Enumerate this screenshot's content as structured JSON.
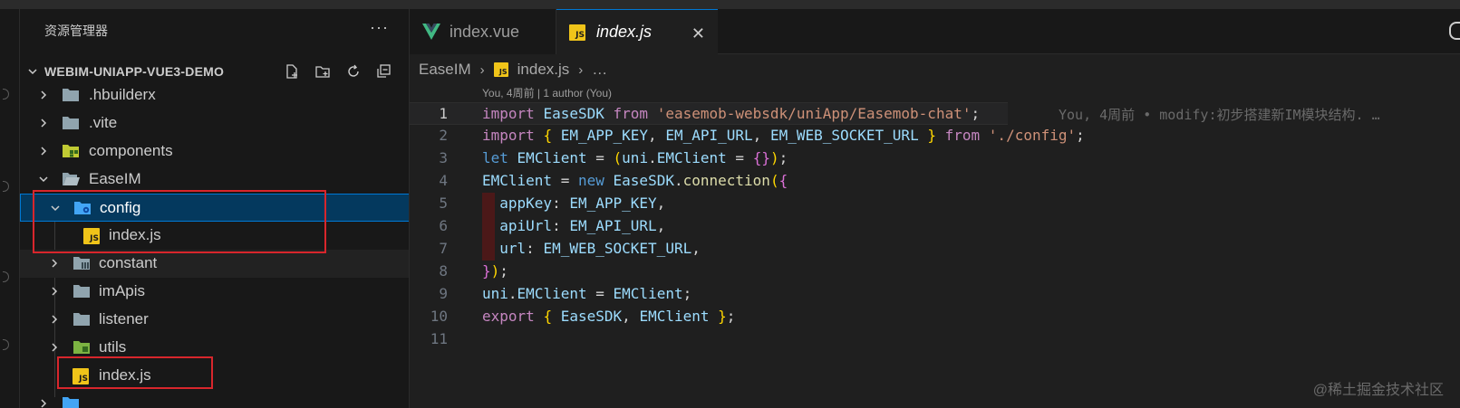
{
  "sidebar": {
    "title": "资源管理器",
    "more_label": "···",
    "project": "WEBIM-UNIAPP-VUE3-DEMO",
    "tree": [
      {
        "label": ".hbuilderx"
      },
      {
        "label": ".vite"
      },
      {
        "label": "components"
      },
      {
        "label": "EaseIM"
      },
      {
        "label": "config"
      },
      {
        "label": "index.js"
      },
      {
        "label": "constant"
      },
      {
        "label": "imApis"
      },
      {
        "label": "listener"
      },
      {
        "label": "utils"
      },
      {
        "label": "index.js"
      }
    ]
  },
  "tabs": [
    {
      "label": "index.vue",
      "icon": "vue-icon"
    },
    {
      "label": "index.js",
      "icon": "js-icon",
      "active": true
    }
  ],
  "tab_close": "✕",
  "breadcrumb": [
    "EaseIM",
    "index.js",
    "…"
  ],
  "codelens": "You, 4周前 | 1 author (You)",
  "blame": "You, 4周前 • modify:初步搭建新IM模块结构. …",
  "line_numbers": [
    "1",
    "2",
    "3",
    "4",
    "5",
    "6",
    "7",
    "8",
    "9",
    "10",
    "11"
  ],
  "code": {
    "l1": {
      "a": "import",
      "b": "EaseSDK",
      "c": "from",
      "d": "'easemob-websdk/uniApp/Easemob-chat'",
      "e": ";"
    },
    "l2": {
      "a": "import",
      "b": "{",
      "c": "EM_APP_KEY",
      "d": ",",
      "e": "EM_API_URL",
      "f": ",",
      "g": "EM_WEB_SOCKET_URL",
      "h": "}",
      "i": "from",
      "j": "'./config'",
      "k": ";"
    },
    "l3": {
      "a": "let",
      "b": "EMClient",
      "c": "=",
      "d": "(",
      "e": "uni",
      "f": ".",
      "g": "EMClient",
      "h": "=",
      "i": "{}",
      "j": ")",
      "k": ";"
    },
    "l4": {
      "a": "EMClient",
      "b": "=",
      "c": "new",
      "d": "EaseSDK",
      "e": ".",
      "f": "connection",
      "g": "(",
      "h": "{"
    },
    "l5": {
      "a": "appKey",
      "b": ":",
      "c": "EM_APP_KEY",
      "d": ","
    },
    "l6": {
      "a": "apiUrl",
      "b": ":",
      "c": "EM_API_URL",
      "d": ","
    },
    "l7": {
      "a": "url",
      "b": ":",
      "c": "EM_WEB_SOCKET_URL",
      "d": ","
    },
    "l8": {
      "a": "}",
      "b": ")",
      "c": ";"
    },
    "l9": {
      "a": "uni",
      "b": ".",
      "c": "EMClient",
      "d": "=",
      "e": "EMClient",
      "f": ";"
    },
    "l10": {
      "a": "export",
      "b": "{",
      "c": "EaseSDK",
      "d": ",",
      "e": "EMClient",
      "f": "}",
      "g": ";"
    }
  },
  "watermark": "@稀土掘金技术社区",
  "colors": {
    "accent": "#0078d4",
    "highlight_box": "#d8262c",
    "js_icon": "#f0c419",
    "vue_green": "#41b883"
  }
}
